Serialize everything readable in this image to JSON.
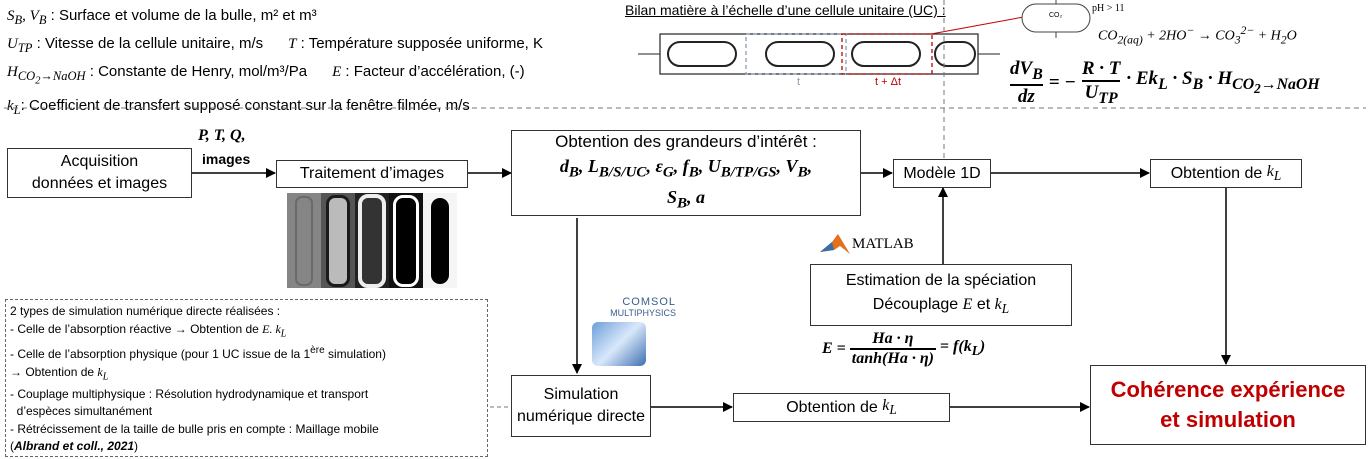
{
  "definitions": [
    {
      "sym": "S_B, V_B",
      "text": " : Surface et volume de la bulle, m² et m³"
    },
    {
      "sym": "U_TP",
      "text": " : Vitesse de la cellule unitaire, m/s"
    },
    {
      "sym": "T",
      "text": " : Température supposée uniforme, K"
    },
    {
      "sym": "H_CO2→NaOH",
      "text": " : Constante de Henry, mol/m³/Pa"
    },
    {
      "sym": "E",
      "text": " : Facteur d’accélération, (-)"
    },
    {
      "sym": "k_L",
      "text": ": Coefficient de transfert supposé constant sur la fenêtre filmée, m/s"
    }
  ],
  "uc": {
    "title": "Bilan matière à l’échelle d’une cellule unitaire (UC) :",
    "ph": "pH > 11",
    "co2": "CO₂",
    "reaction": "CO₂(aq) + 2HO⁻ → CO₃²⁻ + H₂O",
    "t_label": "t",
    "tdt_label": "t + Δt",
    "equation_lhs": "dV_B / dz",
    "equation_rhs": "= − (R · T / U_TP) · Ek_L · S_B · H_CO2→NaOH"
  },
  "flow": {
    "acquisition": "Acquisition\ndonnées et images",
    "inputs": "P, T, Q,",
    "inputs2": "images",
    "traitement": "Traitement d’images",
    "obtention_title": "Obtention des grandeurs d’intérêt :",
    "obtention_vars": "d_B, L_B/S/UC, ε_G, f_B, U_B/TP/GS, V_B, S_B, a",
    "modele": "Modèle 1D",
    "obtention_kl": "Obtention de k_L",
    "matlab": "MATLAB",
    "estimation_line1": "Estimation de la spéciation",
    "estimation_line2": "Découplage E et k_L",
    "e_formula": "E = Ha·η / tanh(Ha·η) = f(k_L)",
    "comsol_line1": "COMSOL",
    "comsol_line2": "MULTIPHYSICS",
    "simulation": "Simulation\nnumérique directe",
    "obtention_kl_2": "Obtention de k_L",
    "coherence": "Cohérence expérience\net simulation"
  },
  "notes": [
    "2 types de simulation numérique directe réalisées :",
    "- Celle de l’absorption réactive → Obtention de E. k_L",
    "- Celle de l’absorption physique (pour 1 UC issue de la 1ère simulation)",
    "→ Obtention de k_L",
    "- Couplage multiphysique : Résolution hydrodynamique et transport",
    "  d’espèces simultanément",
    "- Rétrécissement de la taille de bulle pris en compte : Maillage mobile",
    "(Albrand et coll., 2021)"
  ],
  "colors": {
    "red": "#c00000",
    "dash_blue": "#8a9bb8",
    "matlab_orange": "#e2701d"
  }
}
